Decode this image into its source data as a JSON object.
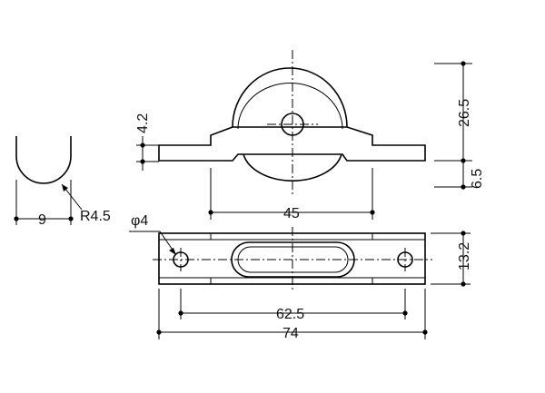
{
  "dimensions": {
    "height_top": "26.5",
    "height_bottom": "6.5",
    "flange_thickness": "4.2",
    "wheel_span": "45",
    "depth": "13.2",
    "hole_pitch": "62.5",
    "overall_length": "74",
    "hole_diameter": "φ4",
    "groove_width": "9",
    "groove_radius": "R4.5"
  }
}
